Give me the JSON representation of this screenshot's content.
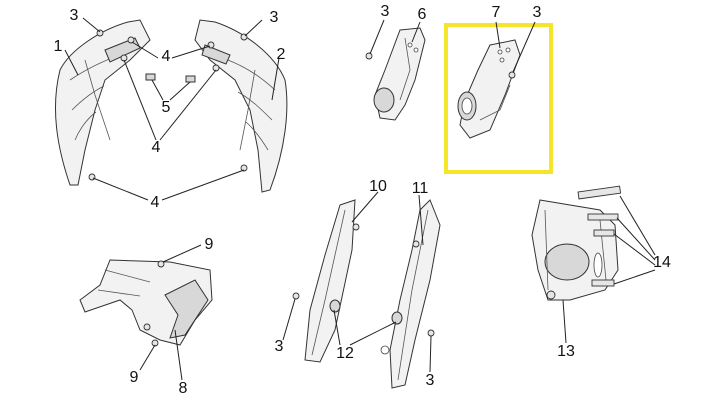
{
  "diagram": {
    "callouts": [
      {
        "id": "c1",
        "label": "1"
      },
      {
        "id": "c2",
        "label": "2"
      },
      {
        "id": "c3a",
        "label": "3"
      },
      {
        "id": "c3b",
        "label": "3"
      },
      {
        "id": "c3c",
        "label": "3"
      },
      {
        "id": "c3d",
        "label": "3"
      },
      {
        "id": "c3e",
        "label": "3"
      },
      {
        "id": "c3f",
        "label": "3"
      },
      {
        "id": "c4a",
        "label": "4"
      },
      {
        "id": "c4b",
        "label": "4"
      },
      {
        "id": "c4c",
        "label": "4"
      },
      {
        "id": "c5",
        "label": "5"
      },
      {
        "id": "c6",
        "label": "6"
      },
      {
        "id": "c7",
        "label": "7"
      },
      {
        "id": "c8",
        "label": "8"
      },
      {
        "id": "c9a",
        "label": "9"
      },
      {
        "id": "c9b",
        "label": "9"
      },
      {
        "id": "c10",
        "label": "10"
      },
      {
        "id": "c11",
        "label": "11"
      },
      {
        "id": "c12",
        "label": "12"
      },
      {
        "id": "c13",
        "label": "13"
      },
      {
        "id": "c14",
        "label": "14"
      }
    ],
    "highlight_color": "#f5e52a"
  }
}
